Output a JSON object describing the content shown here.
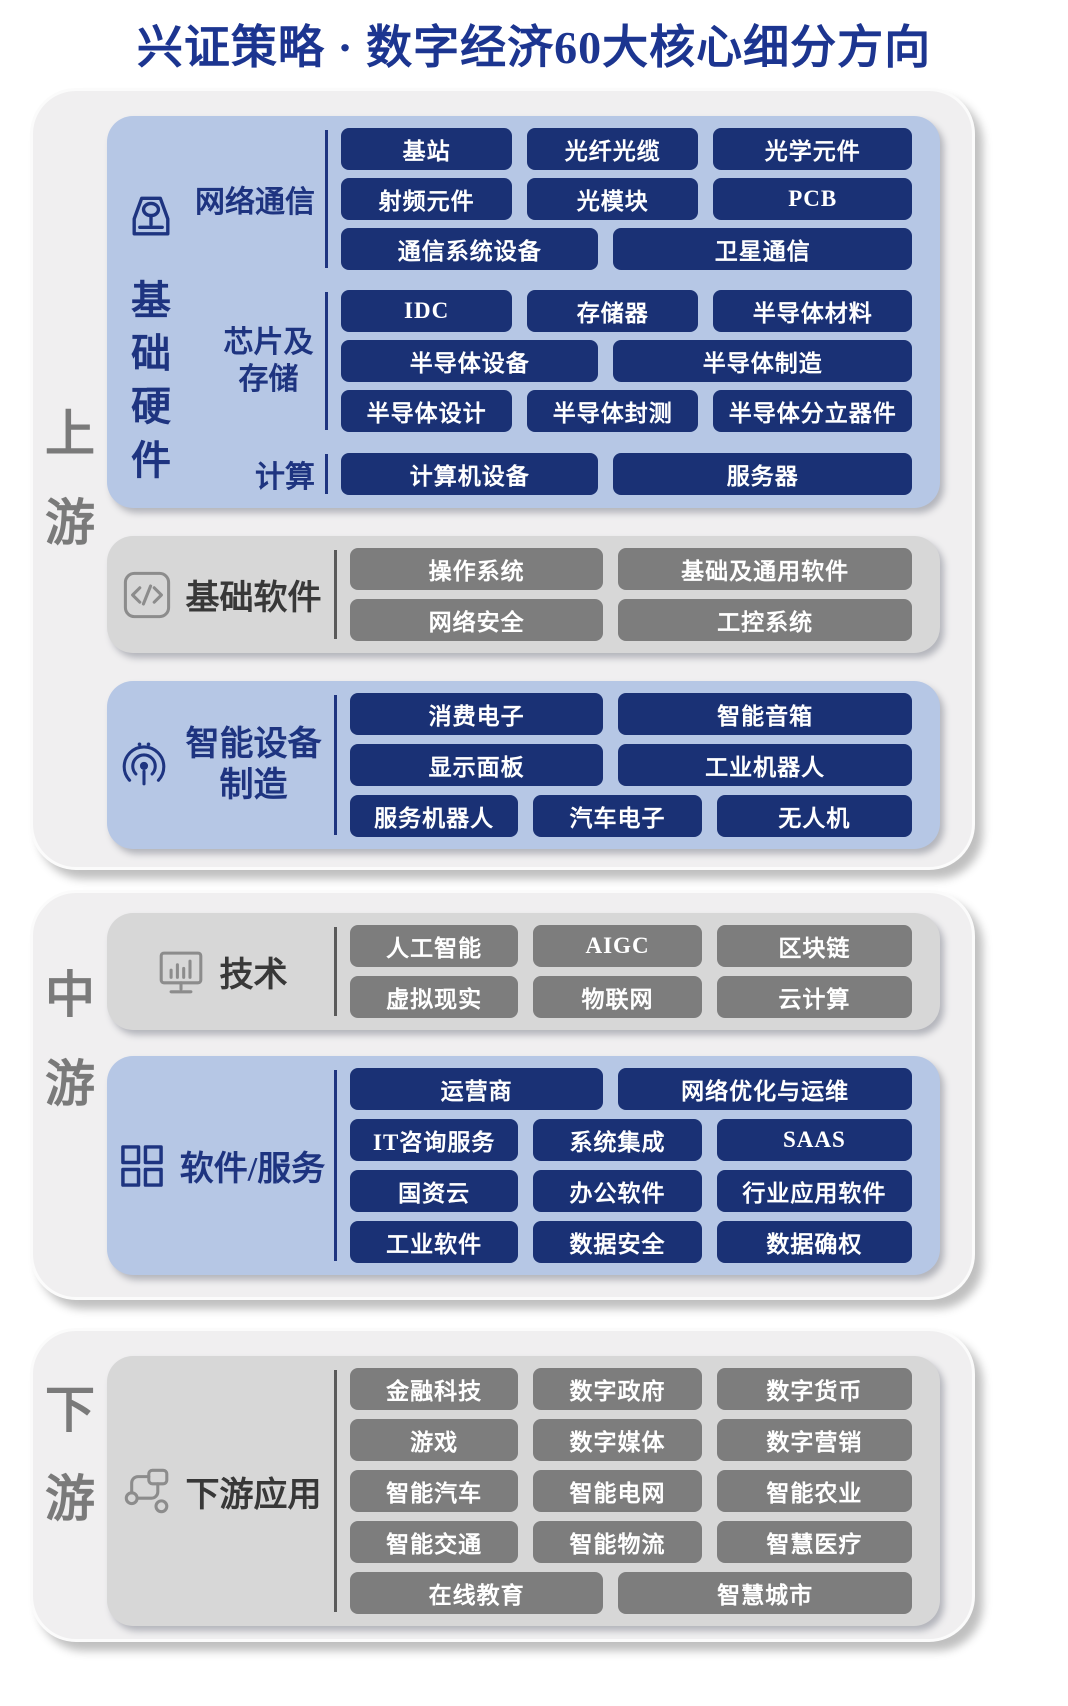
{
  "title": "兴证策略 · 数字经济60大核心细分方向",
  "colors": {
    "title_navy": "#1c3590",
    "tag_navy": "#1a3175",
    "tag_gray": "#7d7d7d",
    "panel_light_blue": "#b6c7e5",
    "panel_light_gray": "#d7d7d7",
    "section_bg": "#f0eff0",
    "side_label_gray": "#7a7a7a",
    "tag_text": "#ffffff"
  },
  "sections": [
    {
      "id": "upstream",
      "side_label": "上游",
      "panels": [
        {
          "id": "basic_hardware",
          "theme": "blue",
          "vertical_label": "基础硬件",
          "icon": "network-device-icon",
          "groups": [
            {
              "label": "网络通信",
              "rows": [
                [
                  "基站",
                  "光纤光缆",
                  "光学元件"
                ],
                [
                  "射频元件",
                  "光模块",
                  "PCB"
                ],
                [
                  "通信系统设备",
                  "卫星通信"
                ]
              ]
            },
            {
              "label": "芯片及存储",
              "rows": [
                [
                  "IDC",
                  "存储器",
                  "半导体材料"
                ],
                [
                  "半导体设备",
                  "半导体制造"
                ],
                [
                  "半导体设计",
                  "半导体封测",
                  "半导体分立器件"
                ]
              ]
            },
            {
              "label": "计算",
              "rows": [
                [
                  "计算机设备",
                  "服务器"
                ]
              ]
            }
          ]
        },
        {
          "id": "basic_software",
          "theme": "gray",
          "label": "基础软件",
          "icon": "code-icon",
          "rows": [
            [
              "操作系统",
              "基础及通用软件"
            ],
            [
              "网络安全",
              "工控系统"
            ]
          ]
        },
        {
          "id": "smart_device_mfg",
          "theme": "blue",
          "label": "智能设备制造",
          "icon": "broadcast-icon",
          "rows": [
            [
              "消费电子",
              "智能音箱"
            ],
            [
              "显示面板",
              "工业机器人"
            ],
            [
              "服务机器人",
              "汽车电子",
              "无人机"
            ]
          ]
        }
      ]
    },
    {
      "id": "midstream",
      "side_label": "中游",
      "panels": [
        {
          "id": "technology",
          "theme": "gray",
          "label": "技术",
          "icon": "monitor-chart-icon",
          "rows": [
            [
              "人工智能",
              "AIGC",
              "区块链"
            ],
            [
              "虚拟现实",
              "物联网",
              "云计算"
            ]
          ]
        },
        {
          "id": "software_services",
          "theme": "blue",
          "label": "软件/服务",
          "icon": "grid-icon",
          "rows": [
            [
              "运营商",
              "网络优化与运维"
            ],
            [
              "IT咨询服务",
              "系统集成",
              "SAAS"
            ],
            [
              "国资云",
              "办公软件",
              "行业应用软件"
            ],
            [
              "工业软件",
              "数据安全",
              "数据确权"
            ]
          ]
        }
      ]
    },
    {
      "id": "downstream",
      "side_label": "下游",
      "panels": [
        {
          "id": "downstream_apps",
          "theme": "gray",
          "label": "下游应用",
          "icon": "flowchart-icon",
          "rows": [
            [
              "金融科技",
              "数字政府",
              "数字货币"
            ],
            [
              "游戏",
              "数字媒体",
              "数字营销"
            ],
            [
              "智能汽车",
              "智能电网",
              "智能农业"
            ],
            [
              "智能交通",
              "智能物流",
              "智慧医疗"
            ],
            [
              "在线教育",
              "智慧城市"
            ]
          ]
        }
      ]
    }
  ]
}
